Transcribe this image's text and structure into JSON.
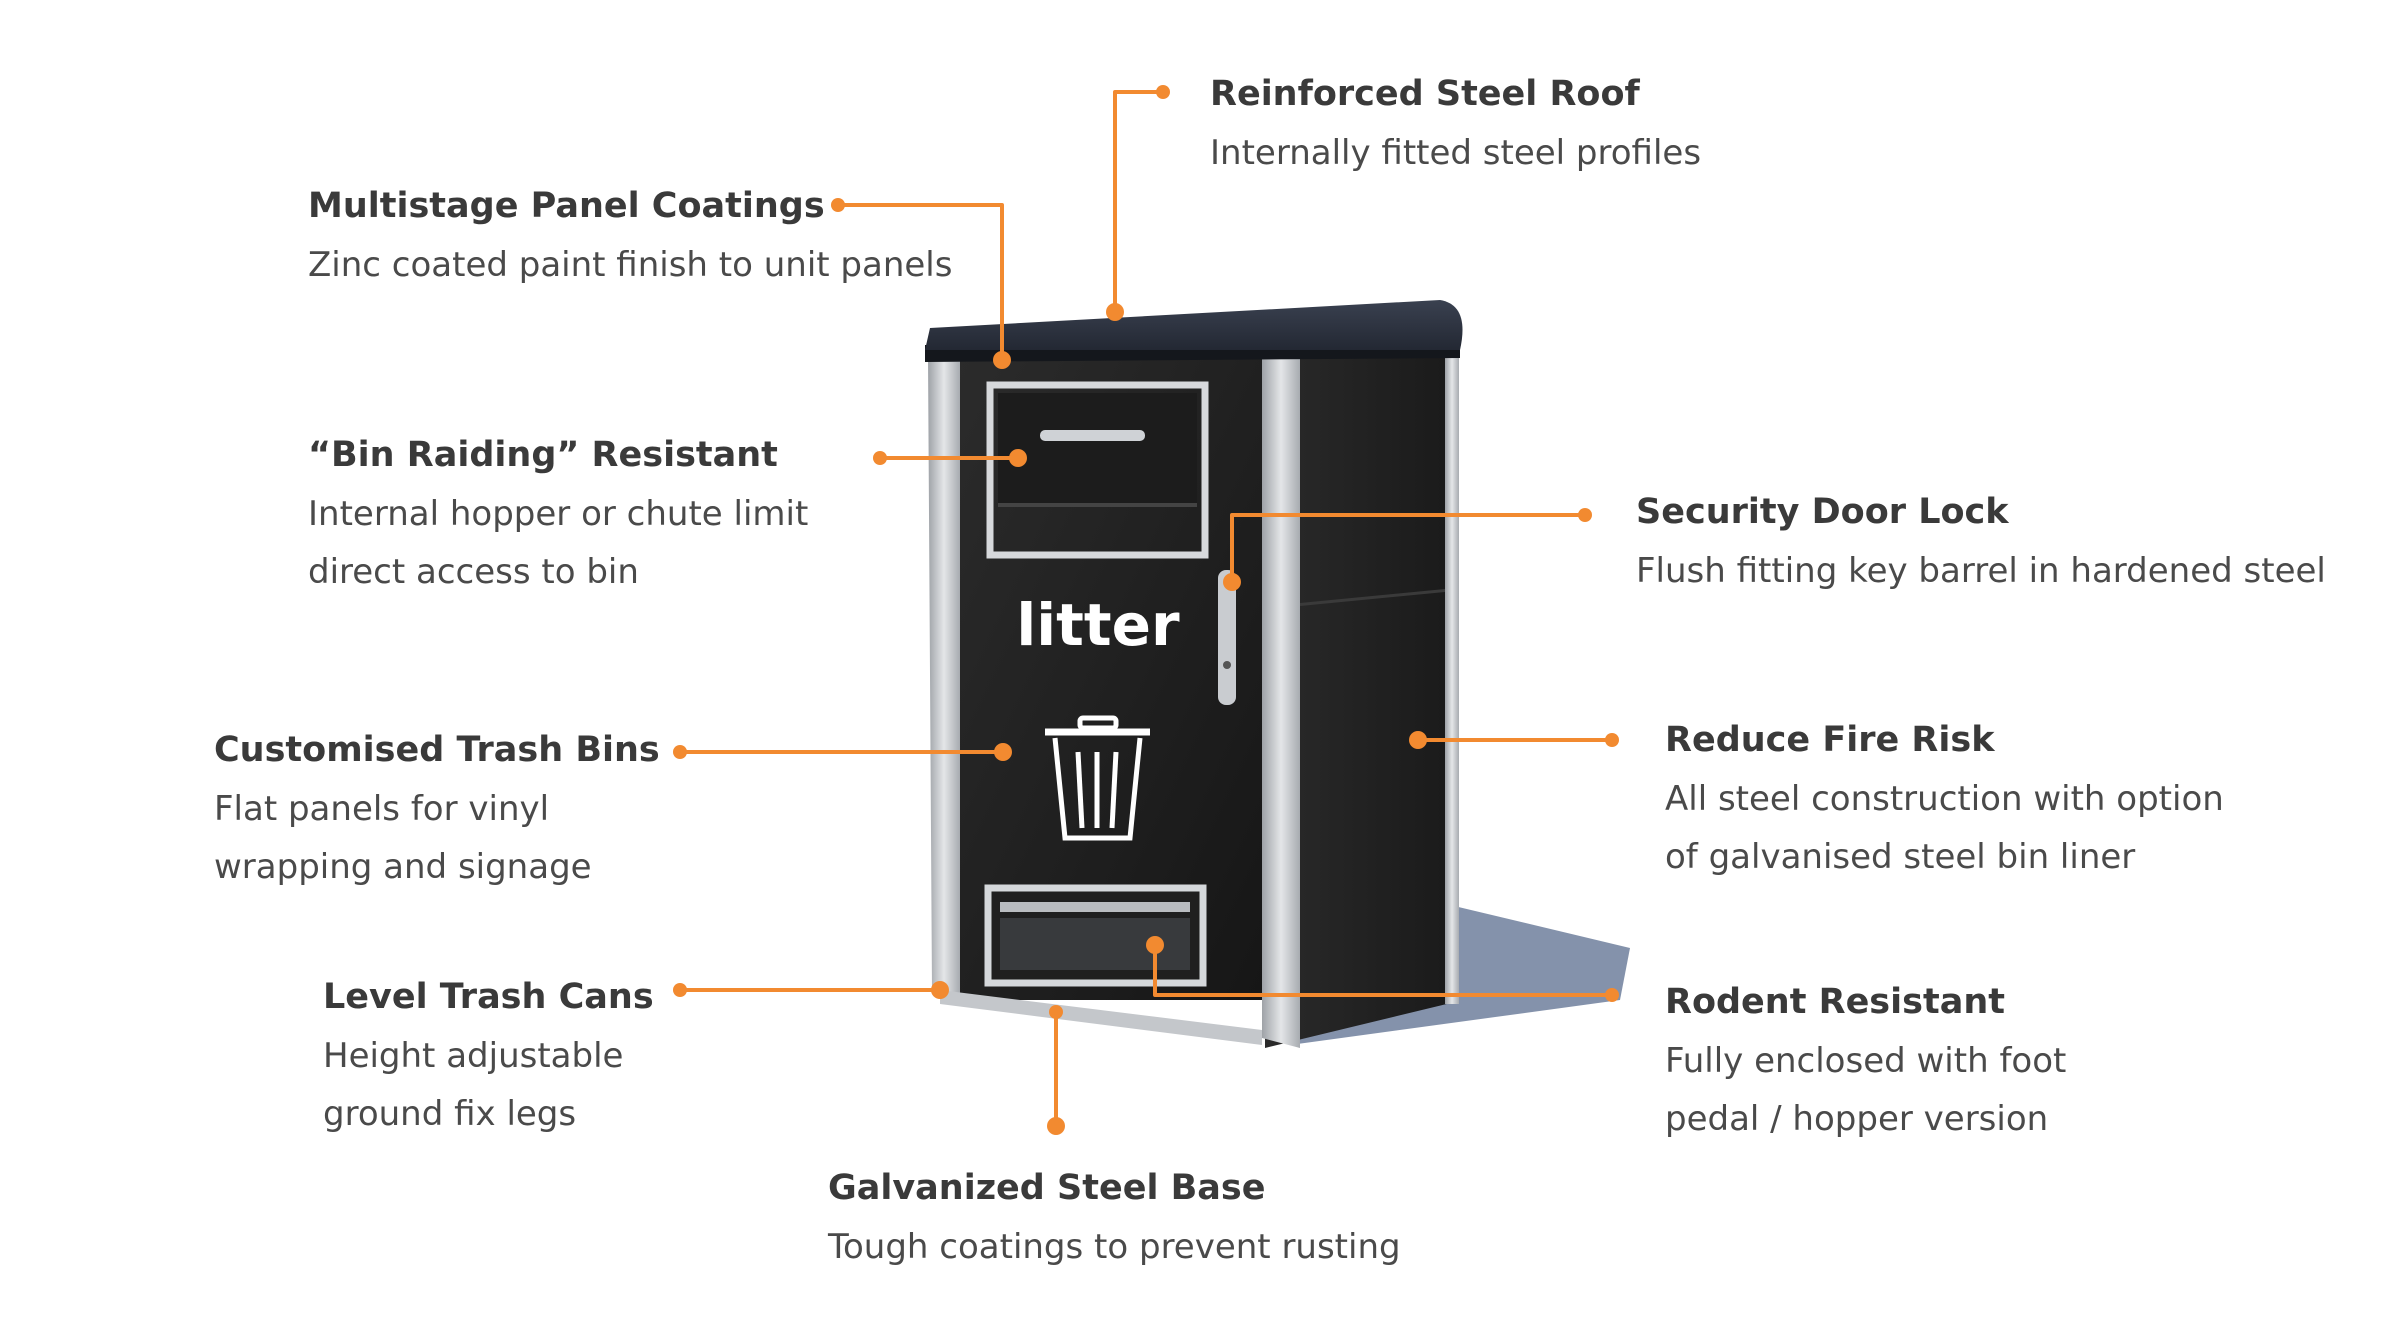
{
  "product": {
    "front_label": "litter",
    "colors": {
      "leader": "#f28a30",
      "body": "#202020",
      "steel": "#c9ccd0",
      "text": "#3a3a3a"
    }
  },
  "callouts": [
    {
      "id": "reinforced-steel-roof",
      "title": "Reinforced Steel Roof",
      "lines": [
        "Internally fitted steel profiles"
      ]
    },
    {
      "id": "multistage-panel-coatings",
      "title": "Multistage Panel Coatings",
      "lines": [
        "Zinc coated paint finish to unit panels"
      ]
    },
    {
      "id": "bin-raiding-resistant",
      "title": "“Bin Raiding” Resistant",
      "lines": [
        "Internal hopper or chute limit",
        "direct access to bin"
      ]
    },
    {
      "id": "security-door-lock",
      "title": "Security Door Lock",
      "lines": [
        "Flush fitting key barrel in hardened steel"
      ]
    },
    {
      "id": "customised-trash-bins",
      "title": "Customised Trash Bins",
      "lines": [
        "Flat panels for vinyl",
        "wrapping and signage"
      ]
    },
    {
      "id": "reduce-fire-risk",
      "title": "Reduce Fire Risk",
      "lines": [
        "All steel construction with option",
        "of galvanised steel bin liner"
      ]
    },
    {
      "id": "level-trash-cans",
      "title": "Level Trash Cans",
      "lines": [
        "Height adjustable",
        "ground fix legs"
      ]
    },
    {
      "id": "rodent-resistant",
      "title": "Rodent Resistant",
      "lines": [
        "Fully enclosed with foot",
        "pedal / hopper version"
      ]
    },
    {
      "id": "galvanized-steel-base",
      "title": "Galvanized Steel Base",
      "lines": [
        "Tough coatings to prevent rusting"
      ]
    }
  ]
}
